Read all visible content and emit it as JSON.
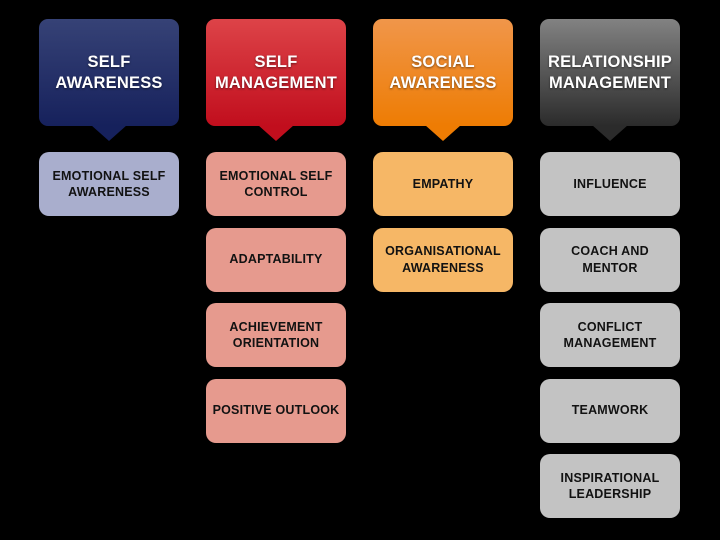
{
  "background_color": "#000000",
  "columns": [
    {
      "header": "SELF AWARENESS",
      "colors": {
        "header_top": "#364276",
        "header_bottom": "#16215c",
        "child_bg": "#a9aecd"
      },
      "children": [
        "EMOTIONAL SELF AWARENESS"
      ]
    },
    {
      "header": "SELF MANAGEMENT",
      "colors": {
        "header_top": "#dd4348",
        "header_bottom": "#c10e1d",
        "child_bg": "#e69a8e"
      },
      "children": [
        "EMOTIONAL SELF CONTROL",
        "ADAPTABILITY",
        "ACHIEVEMENT ORIENTATION",
        "POSITIVE OUTLOOK"
      ]
    },
    {
      "header": "SOCIAL AWARENESS",
      "colors": {
        "header_top": "#f0964a",
        "header_bottom": "#ee7c03",
        "child_bg": "#f6b766"
      },
      "children": [
        "EMPATHY",
        "ORGANISATIONAL AWARENESS"
      ]
    },
    {
      "header": "RELATIONSHIP MANAGEMENT",
      "colors": {
        "header_top": "#828282",
        "header_bottom": "#2b2b2b",
        "child_bg": "#c3c3c3"
      },
      "children": [
        "INFLUENCE",
        "COACH AND MENTOR",
        "CONFLICT MANAGEMENT",
        "TEAMWORK",
        "INSPIRATIONAL LEADERSHIP"
      ]
    }
  ]
}
